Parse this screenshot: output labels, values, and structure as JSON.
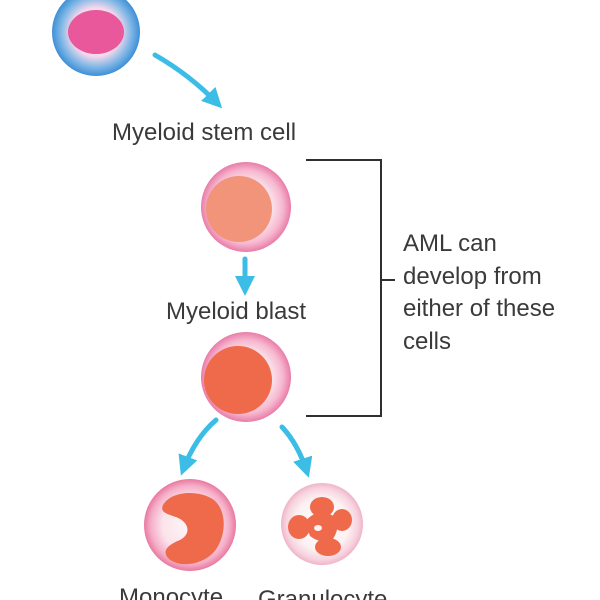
{
  "labels": {
    "stem_cell": "Myeloid stem cell",
    "blast": "Myeloid blast",
    "monocyte": "Monocyte",
    "granulocyte": "Granulocyte"
  },
  "note": {
    "line1": "AML can",
    "line2": "develop from",
    "line3": "either of these",
    "line4": "cells"
  },
  "colors": {
    "arrow": "#3cbde6",
    "bracket": "#2f2f2f",
    "text": "#3a3a3a",
    "cell_pink": "#f4a3c3",
    "nucleus_magenta": "#e9589a",
    "nucleus_salmon": "#f1947a",
    "nucleus_orange": "#ef6a4a"
  }
}
